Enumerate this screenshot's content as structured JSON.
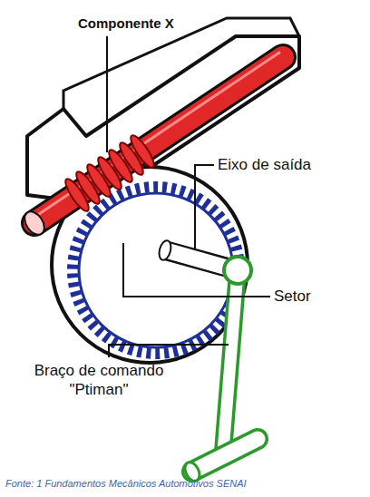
{
  "diagram": {
    "caption": "Fonte: 1 Fundamentos Mecânicos Automotivos SENAI",
    "labels": [
      "Componente X",
      "Eixo de saída",
      "Setor",
      "Braço de comando \"Ptiman\""
    ]
  }
}
